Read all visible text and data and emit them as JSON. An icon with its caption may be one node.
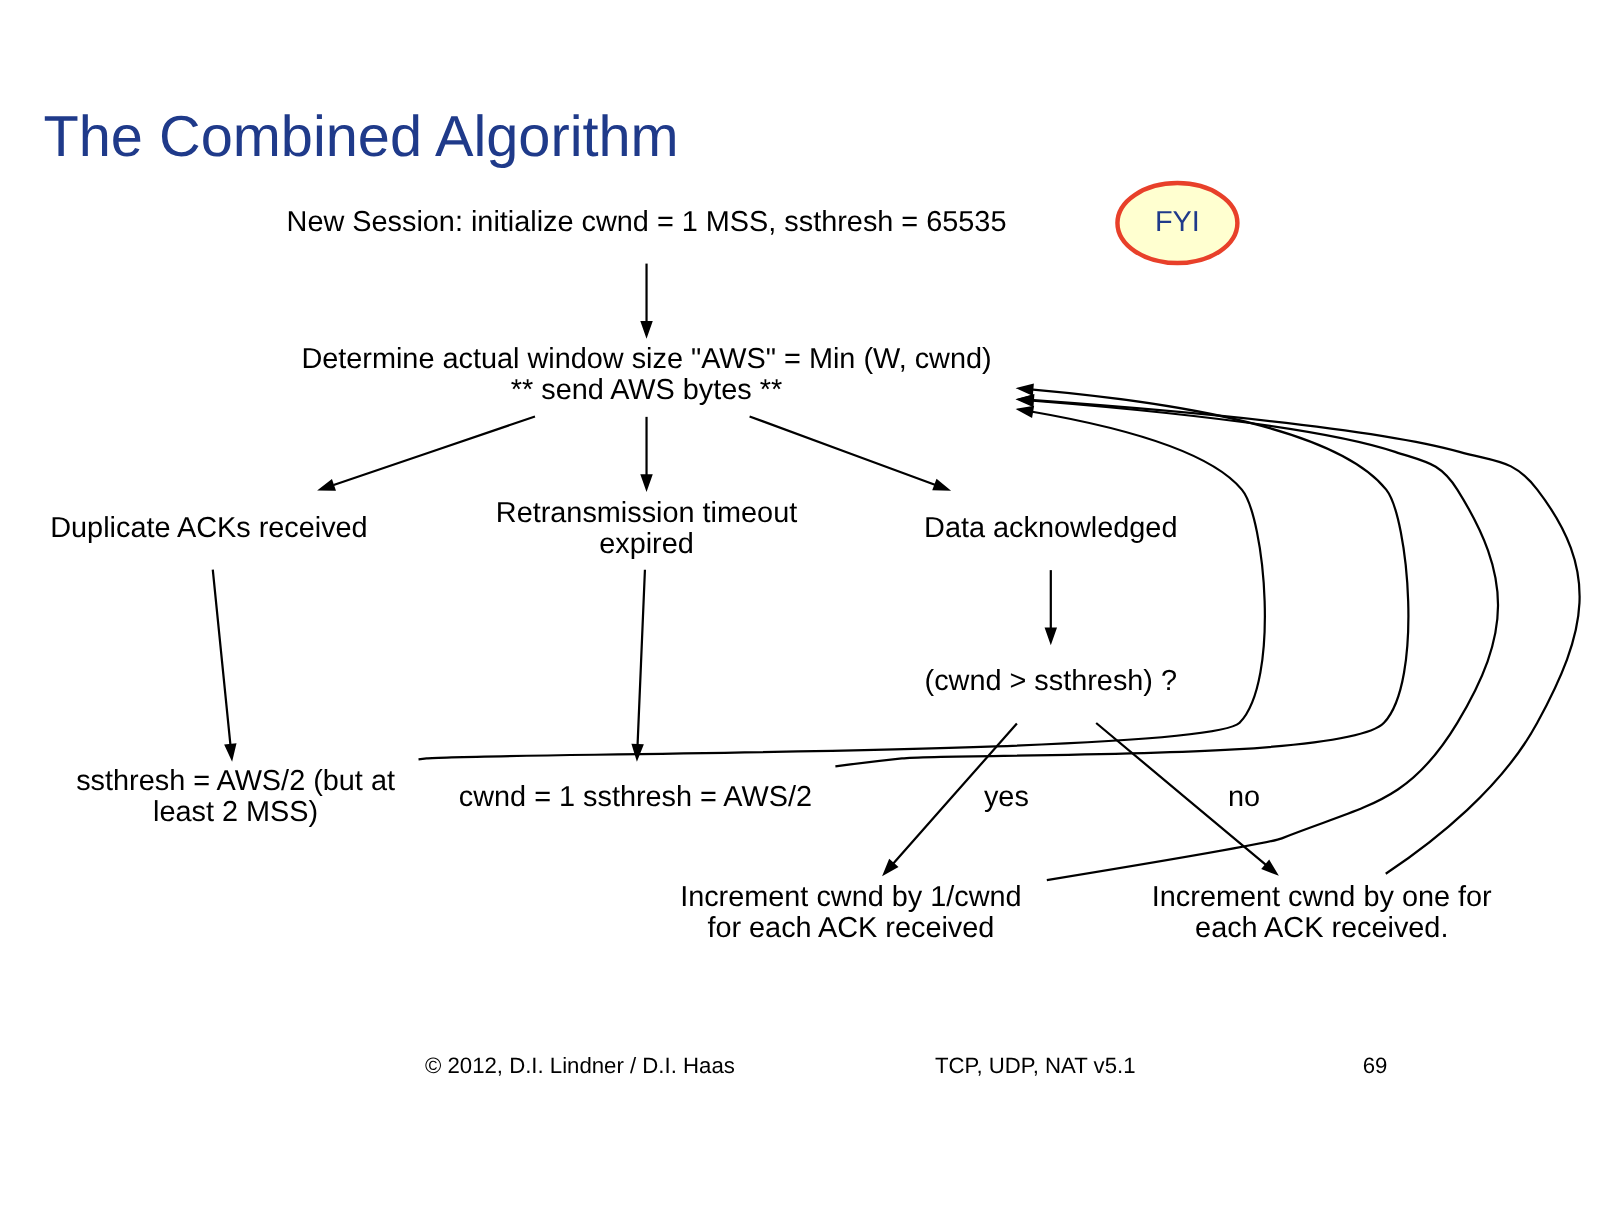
{
  "diagram": {
    "title": "The Combined Algorithm",
    "nodes": [
      {
        "text": [
          "New Session: initialize cwnd = 1 MSS, ssthresh = 65535"
        ]
      },
      {
        "text": [
          "Determine actual window size \"AWS\" = Min (W, cwnd)",
          "** send AWS bytes **"
        ]
      },
      {
        "text": [
          "Duplicate ACKs received"
        ]
      },
      {
        "text": [
          "Retransmission timeout expired"
        ]
      },
      {
        "text": [
          "Data acknowledged"
        ]
      },
      {
        "text": [
          "ssthresh = AWS/2 (but at least 2 MSS)"
        ]
      },
      {
        "text": [
          "cwnd = 1 ssthresh = AWS/2"
        ]
      },
      {
        "text": [
          "(cwnd > ssthresh) ?"
        ]
      },
      {
        "text": [
          "Increment cwnd by 1/cwnd for each ACK received"
        ]
      },
      {
        "text": [
          "Increment cwnd by one for each ACK received."
        ]
      },
      {
        "text": [
          "FYI"
        ]
      }
    ],
    "edges": [
      {
        "from": 0,
        "to": 1,
        "arrow": "to"
      },
      {
        "from": 1,
        "to": 2,
        "arrow": "to"
      },
      {
        "from": 1,
        "to": 3,
        "arrow": "to"
      },
      {
        "from": 1,
        "to": 4,
        "arrow": "to"
      },
      {
        "from": 2,
        "to": 5,
        "arrow": "to"
      },
      {
        "from": 3,
        "to": 6,
        "arrow": "to"
      },
      {
        "from": 4,
        "to": 7,
        "arrow": "to"
      },
      {
        "from": 7,
        "to": 8,
        "label": "yes",
        "arrow": "to"
      },
      {
        "from": 7,
        "to": 9,
        "label": "no",
        "arrow": "to"
      },
      {
        "from": 5,
        "to": 1,
        "arrow": "to"
      },
      {
        "from": 6,
        "to": 1,
        "arrow": "to"
      },
      {
        "from": 8,
        "to": 1,
        "arrow": "to"
      },
      {
        "from": 9,
        "to": 1,
        "arrow": "to"
      }
    ],
    "labels": [
      "© 2012, D.I. Lindner / D.I. Haas",
      "TCP, UDP, NAT v5.1",
      "69"
    ]
  }
}
